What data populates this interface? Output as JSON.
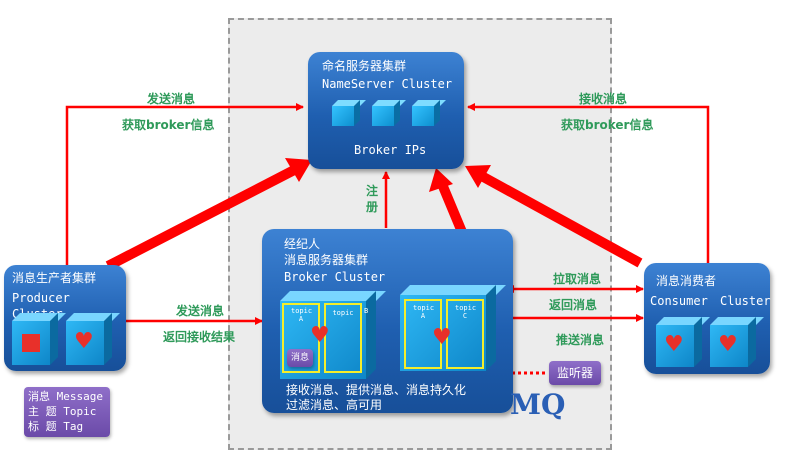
{
  "nameserver": {
    "title_cn": "命名服务器集群",
    "title_en": "NameServer Cluster",
    "sub": "Broker IPs"
  },
  "broker": {
    "title_cn1": "经纪人",
    "title_cn2": "消息服务器集群",
    "title_en": "Broker Cluster",
    "footer1": "接收消息、提供消息、消息持久化",
    "footer2": "过滤消息、高可用",
    "topic_a": "topic A",
    "topic_b": "topic",
    "topic_b_letter": "B",
    "topic_a2": "topic A",
    "topic_c": "topic C",
    "msg_tag": "消息"
  },
  "producer": {
    "title_cn": "消息生产者集群",
    "title_en": "Producer Cluster"
  },
  "consumer": {
    "title_cn": "消息消费者",
    "title_en1": "Consumer",
    "title_en2": "Cluster"
  },
  "legend": {
    "line1": "消息 Message",
    "line2": "主 题 Topic",
    "line3": "标 题 Tag"
  },
  "listener": "监听器",
  "mq": "MQ",
  "register": "注\n册",
  "labels": {
    "send_msg_top": "发送消息",
    "get_broker_left": "获取broker信息",
    "recv_msg_top": "接收消息",
    "get_broker_right": "获取broker信息",
    "send_msg_mid": "发送消息",
    "return_result": "返回接收结果",
    "pull_msg": "拉取消息",
    "return_msg": "返回消息",
    "push_msg": "推送消息"
  },
  "colors": {
    "arrow": "#ff0000",
    "label": "#2f9a5a",
    "box": "#1f5fb0"
  }
}
